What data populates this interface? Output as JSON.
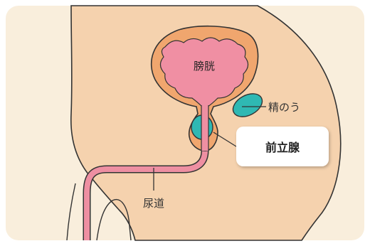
{
  "diagram": {
    "labels": {
      "bladder": "膀胱",
      "seminal_vesicle": "精のう",
      "prostate": "前立腺",
      "urethra": "尿道"
    },
    "colors": {
      "background": "#f9eedc",
      "skin": "#f5d2ae",
      "outline": "#333333",
      "bladder_wall": "#f0a66e",
      "bladder_inner": "#f08fa3",
      "urethra": "#ee8fa2",
      "gland": "#2fb8b3",
      "callout_bg": "#ffffff"
    }
  }
}
